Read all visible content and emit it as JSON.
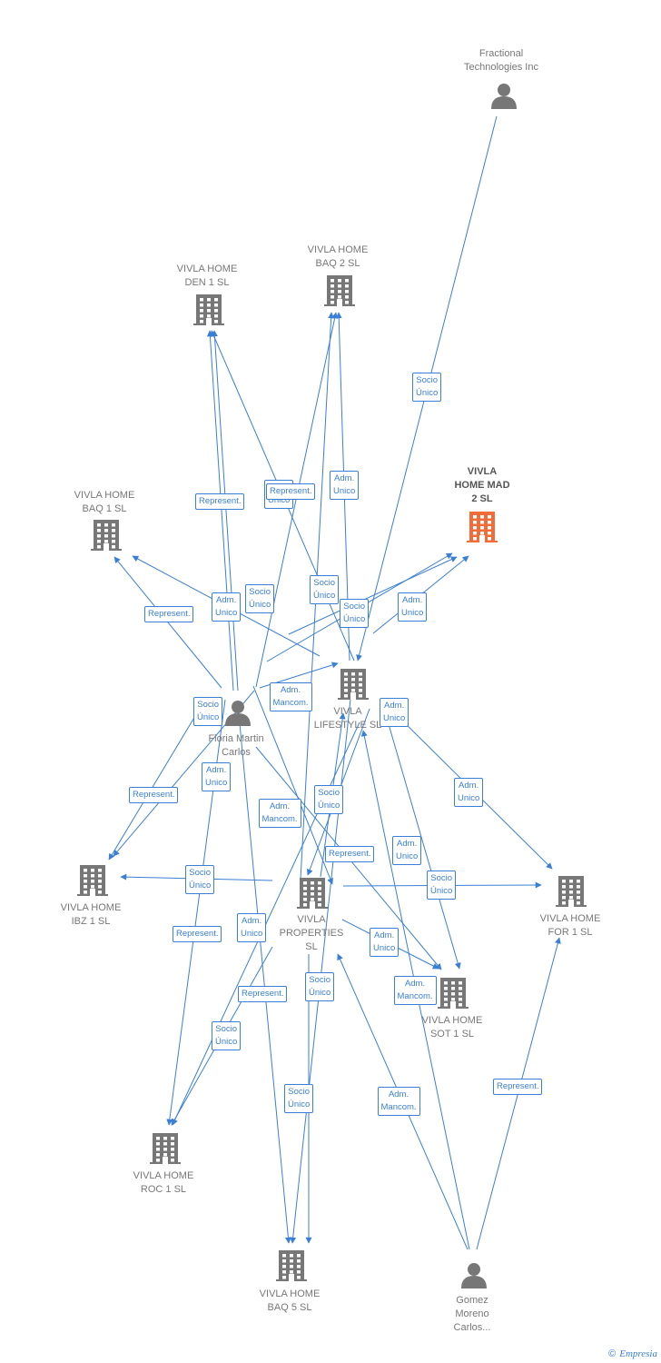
{
  "nodes": [
    {
      "id": "fractional",
      "label": "Fractional\nTechnologies Inc",
      "kind": "person"
    },
    {
      "id": "baq2",
      "label": "VIVLA HOME\nBAQ 2  SL",
      "kind": "company"
    },
    {
      "id": "den1",
      "label": "VIVLA HOME\nDEN 1  SL",
      "kind": "company"
    },
    {
      "id": "mad2",
      "label": "VIVLA\nHOME MAD\n2  SL",
      "kind": "company",
      "focus": true
    },
    {
      "id": "baq1",
      "label": "VIVLA HOME\nBAQ 1  SL",
      "kind": "company"
    },
    {
      "id": "lifestyle",
      "label": "VIVLA\nLIFESTYLE  SL",
      "kind": "company"
    },
    {
      "id": "floria",
      "label": "Floria Martin\nCarlos",
      "kind": "person"
    },
    {
      "id": "ibz1",
      "label": "VIVLA HOME\nIBZ 1  SL",
      "kind": "company"
    },
    {
      "id": "properties",
      "label": "VIVLA\nPROPERTIES\nSL",
      "kind": "company"
    },
    {
      "id": "for1",
      "label": "VIVLA HOME\nFOR 1  SL",
      "kind": "company"
    },
    {
      "id": "sot1",
      "label": "VIVLA HOME\nSOT 1  SL",
      "kind": "company"
    },
    {
      "id": "roc1",
      "label": "VIVLA HOME\nROC 1  SL",
      "kind": "company"
    },
    {
      "id": "baq5",
      "label": "VIVLA HOME\nBAQ 5  SL",
      "kind": "company"
    },
    {
      "id": "gomez",
      "label": "Gomez\nMoreno\nCarlos...",
      "kind": "person"
    }
  ],
  "edge_labels": [
    "Socio\nÚnico",
    "Adm.\nUnico",
    "Adm.\nUnico",
    "Represent.",
    "Adm.\nUnico",
    "Represent.",
    "Adm.\nUnico",
    "Socio\nÚnico",
    "Socio\nÚnico",
    "Represent.",
    "Adm.\nUnico",
    "Socio\nÚnico",
    "Adm.\nMancom.",
    "Socio\nÚnico",
    "Represent.",
    "Adm.\nUnico",
    "Adm.\nMancom.",
    "Socio\nÚnico",
    "Adm.\nUnico",
    "Represent.",
    "Adm.\nUnico",
    "Socio\nÚnico",
    "Socio\nÚnico",
    "Represent.",
    "Adm.\nUnico",
    "Socio\nÚnico",
    "Adm.\nMancom.",
    "Adm.\nUnico",
    "Represent.",
    "Socio\nÚnico",
    "Socio\nÚnico",
    "Adm.\nMancom.",
    "Represent."
  ],
  "colors": {
    "edge": "#3a7fd5",
    "node": "#777777",
    "focus": "#f26c3a"
  },
  "footer": {
    "copyright": "©",
    "brand": "Empresia"
  }
}
